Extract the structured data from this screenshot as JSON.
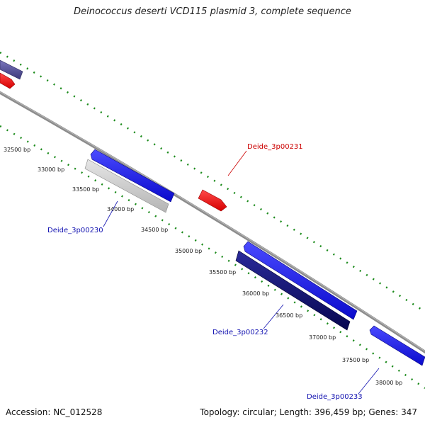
{
  "title": "Deinococcus deserti VCD115 plasmid 3, complete sequence",
  "accession": "Accession: NC_012528",
  "summary": "Topology: circular; Length: 396,459 bp; Genes: 347",
  "tick_labels": [
    "32500 bp",
    "33000 bp",
    "33500 bp",
    "34000 bp",
    "34500 bp",
    "35000 bp",
    "35500 bp",
    "36000 bp",
    "36500 bp",
    "37000 bp",
    "37500 bp",
    "38000 bp"
  ],
  "features": [
    {
      "name": "",
      "strand": "forward",
      "color": "#5a559e",
      "track": "outer2"
    },
    {
      "name": "",
      "strand": "forward",
      "color": "#ff1414",
      "track": "outer1"
    },
    {
      "name": "",
      "strand": "reverse",
      "color": "#1414ff",
      "track": "inner1"
    },
    {
      "name": "",
      "strand": "reverse",
      "color": "#c8c8c8",
      "track": "inner2"
    },
    {
      "name": "Deide_3p00231",
      "strand": "forward",
      "color": "#ff1414",
      "track": "outer1"
    },
    {
      "name": "",
      "strand": "reverse",
      "color": "#1414ff",
      "track": "inner1"
    },
    {
      "name": "",
      "strand": "reverse",
      "color": "#0c0c78",
      "track": "inner2"
    },
    {
      "name": "",
      "strand": "reverse",
      "color": "#1414ff",
      "track": "inner1"
    }
  ],
  "gene_labels": [
    {
      "text": "Deide_3p00231",
      "color": "#cc0000"
    },
    {
      "text": "Deide_3p00230",
      "color": "#1010b0"
    },
    {
      "text": "Deide_3p00232",
      "color": "#1010b0"
    },
    {
      "text": "Deide_3p00233",
      "color": "#1010b0"
    }
  ],
  "colors": {
    "backbone": "#8c8c8c",
    "dotted_ring": "#1a8a1a",
    "forward_gene": "#ff1414",
    "reverse_gene": "#1414ff",
    "reverse_gene_dark": "#0c0c78",
    "pseudo_gene": "#c8c8c8"
  }
}
